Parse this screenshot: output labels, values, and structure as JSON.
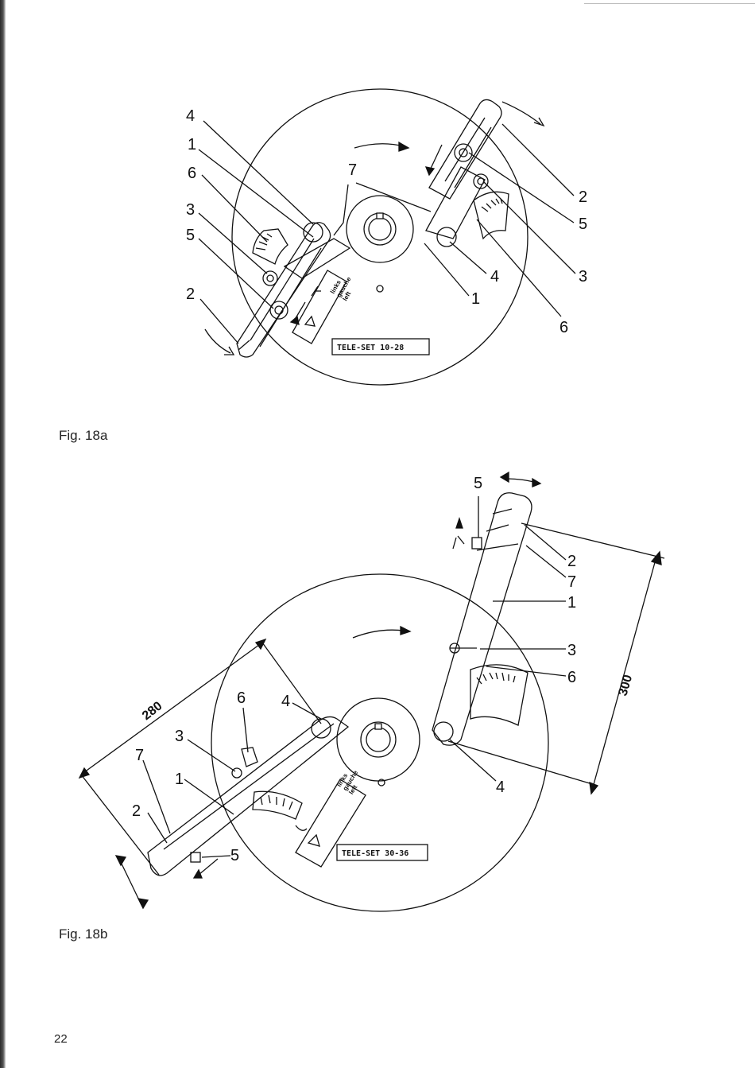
{
  "figures": [
    {
      "caption": "Fig. 18a",
      "plate_text": "TELE-SET 10-28",
      "direction_text": [
        "links",
        "gauche",
        "left"
      ],
      "left_labels": [
        "4",
        "1",
        "6",
        "3",
        "5",
        "2"
      ],
      "right_labels": [
        "2",
        "5",
        "3",
        "4",
        "1",
        "6"
      ],
      "center_label": "7"
    },
    {
      "caption": "Fig. 18b",
      "plate_text": "TELE-SET 30-36",
      "direction_text": [
        "links",
        "gauche",
        "left"
      ],
      "labels": [
        "5",
        "2",
        "7",
        "1",
        "3",
        "6",
        "4",
        "6",
        "4",
        "3",
        "7",
        "1",
        "2",
        "5"
      ],
      "dimensions": [
        "280",
        "300"
      ]
    }
  ],
  "page_number": "22"
}
